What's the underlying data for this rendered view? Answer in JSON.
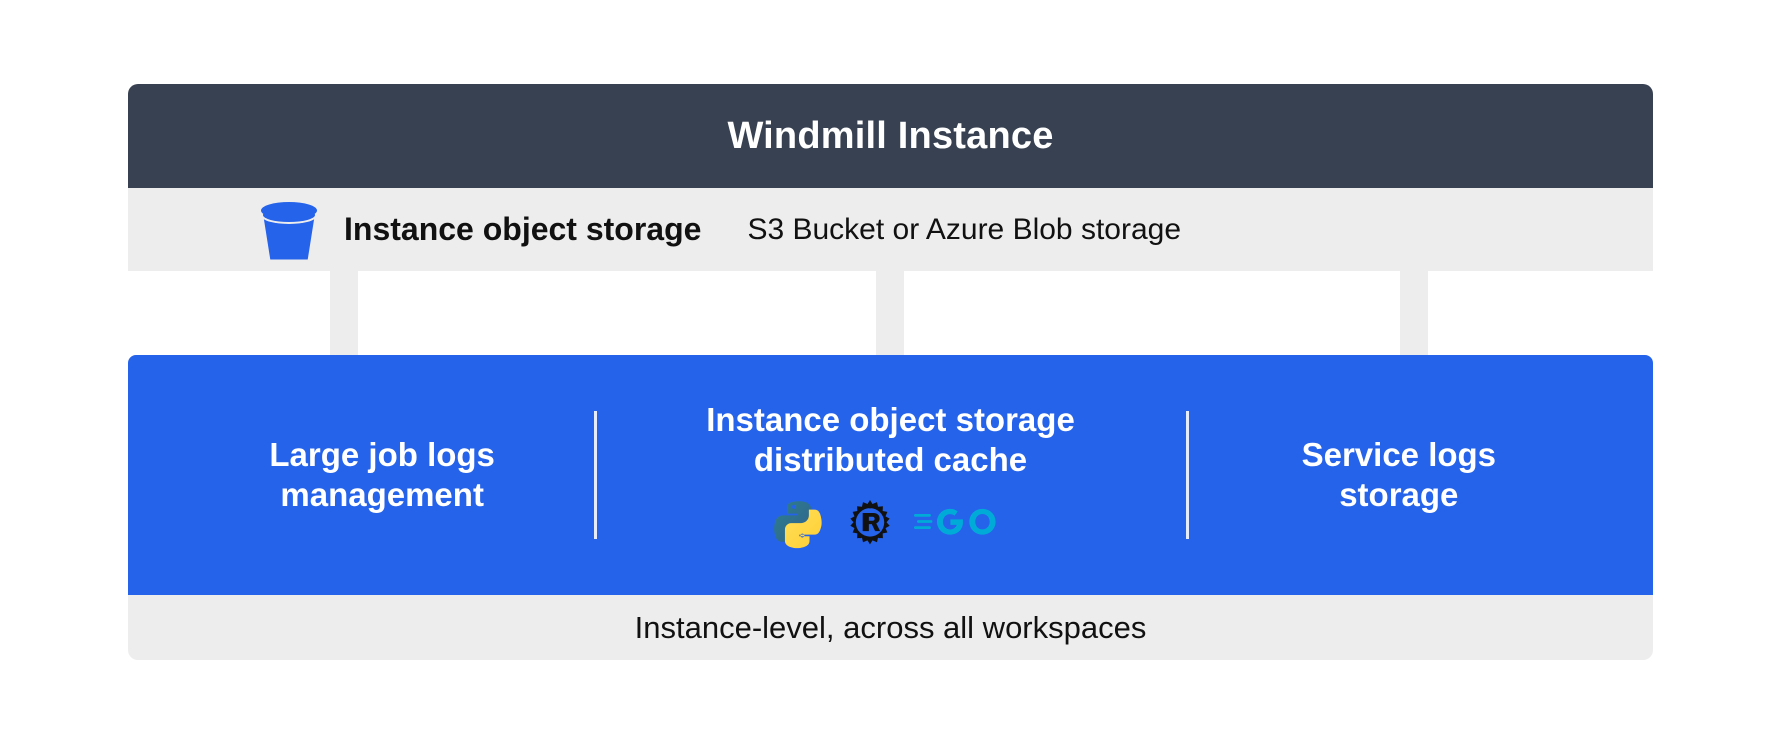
{
  "header": {
    "title": "Windmill Instance"
  },
  "storage_strip": {
    "icon": "bucket-icon",
    "label": "Instance object storage",
    "sub_label": "S3 Bucket or Azure Blob storage"
  },
  "arrows": [
    {
      "name": "arrow-to-large-job-logs"
    },
    {
      "name": "arrow-to-distributed-cache"
    },
    {
      "name": "arrow-to-service-logs"
    }
  ],
  "columns": [
    {
      "title": "Large job logs\nmanagement",
      "languages": []
    },
    {
      "title": "Instance object storage\ndistributed cache",
      "languages": [
        "python-icon",
        "rust-icon",
        "go-icon"
      ]
    },
    {
      "title": "Service logs\nstorage",
      "languages": []
    }
  ],
  "footer": {
    "text": "Instance-level, across all workspaces"
  },
  "colors": {
    "header_background": "#374151",
    "strip_background": "#ededed",
    "panel_background": "#2563eb",
    "panel_text": "#ffffff",
    "body_text": "#111111",
    "divider": "#e6ecf9",
    "arrow": "#ededed",
    "python_blue": "#366994",
    "python_yellow": "#ffd43b",
    "rust_black": "#111111",
    "go_cyan": "#00acd7"
  }
}
